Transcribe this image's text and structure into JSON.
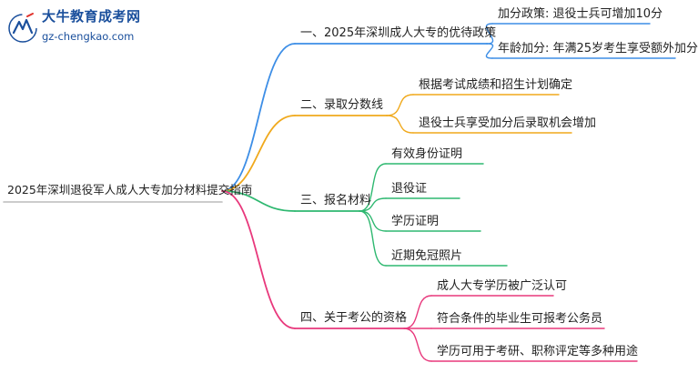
{
  "logo": {
    "title": "大牛教育成考网",
    "url": "gz-chengkao.com"
  },
  "mindmap": {
    "root": "2025年深圳退役军人成人大专加分材料提交指南",
    "branches": [
      {
        "label": "一、2025年深圳成人大专的优待政策",
        "color": "#3d8ee6",
        "children": [
          "加分政策: 退役士兵可增加10分",
          "年龄加分: 年满25岁考生享受额外加分"
        ]
      },
      {
        "label": "二、录取分数线",
        "color": "#f0a91c",
        "children": [
          "根据考试成绩和招生计划确定",
          "退役士兵享受加分后录取机会增加"
        ]
      },
      {
        "label": "三、报名材料",
        "color": "#2eb870",
        "children": [
          "有效身份证明",
          "退役证",
          "学历证明",
          "近期免冠照片"
        ]
      },
      {
        "label": "四、关于考公的资格",
        "color": "#e8387c",
        "children": [
          "成人大专学历被广泛认可",
          "符合条件的毕业生可报考公务员",
          "学历可用于考研、职称评定等多种用途"
        ]
      }
    ]
  }
}
